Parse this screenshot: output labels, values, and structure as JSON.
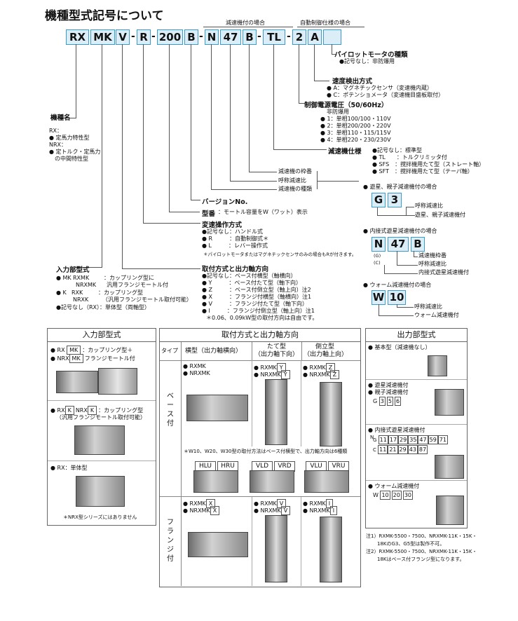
{
  "title": "機種型式記号について",
  "code": {
    "above_reducer": "減速機付の場合",
    "above_auto": "自動制御仕様の場合",
    "parts": [
      "RX",
      "MK",
      "V",
      "R",
      "200",
      "B",
      "N",
      "47",
      "B",
      "TL",
      "2",
      "A",
      ""
    ]
  },
  "pilot": {
    "heading": "パイロットモータの種類",
    "items": [
      "●記号なし：非防爆用"
    ]
  },
  "speed": {
    "heading": "速度検出方式",
    "items": [
      "● A：マグネチックセンサ（変速機内蔵）",
      "● C：ポテンショメータ（変速機目盛板取付）"
    ]
  },
  "power": {
    "heading": "制御電源電圧（50/60Hz）",
    "sub": "非防爆用",
    "items": [
      "● 1：単相100/100・110V",
      "● 2：単相200/200・220V",
      "● 3：単相110・115/115V",
      "● 4：単相220・230/230V"
    ]
  },
  "model": {
    "heading": "機種名",
    "items": [
      "RX：",
      "● 定馬力特性型",
      "NRX：",
      "● 定トルク・定馬力",
      "の中間特性型"
    ]
  },
  "reducer_spec": {
    "heading": "減速機仕様",
    "items": [
      "●記号なし：標準型",
      "● TL　　：トルクリミッタ付",
      "● SFS　：撹拌機用たて型（ストレート軸）",
      "● SFT　：撹拌機用たて型（テーパ軸）"
    ]
  },
  "reducer_labels": [
    "減速機の枠番",
    "呼称減速比",
    "減速機の種類"
  ],
  "version": "バージョンNo.",
  "size": {
    "heading": "型番",
    "text": "：モートル容量をW（ワット）表示"
  },
  "operation": {
    "heading": "変速操作方式",
    "items": [
      "●記号なし：ハンドル式",
      "● R　　　：自動制御式＊",
      "● L　　　：レバー操作式"
    ],
    "note": "＊パイロットモータまたはマグネチックセンサのみの場合もRが付きます。"
  },
  "mounting": {
    "heading": "取付方式と出力軸方向",
    "items": [
      "●記号なし：ベース付横型（軸横向）",
      "● Y　　　：ベース付たて型（軸下向）",
      "● Z　　　：ベース付倒立型（軸上向）注2",
      "● X　　　：フランジ付横型（軸横向）注1",
      "● V　　　：フランジ付たて型（軸下向）",
      "● I　　　：フランジ付倒立型（軸上向）注1"
    ],
    "note": "＊0.06、0.09kW型の取付方向は自由です。"
  },
  "input": {
    "heading": "入力部型式",
    "mk": "● MK",
    "mk_a": "RXMK",
    "mk_b": "NRXMK",
    "mk_text1": "：カップリング型に",
    "mk_text2": "汎用フランジモートル付",
    "k": "● K",
    "k_a": "RXK",
    "k_b": "NRXK",
    "k_text1": "：カップリング型",
    "k_text2": "（汎用フランジモートル取付可能）",
    "none": "●記号なし（RX）：単体型（両軸型）"
  },
  "gear_g": {
    "heading": "● 遊星、親子減速機付の場合",
    "code": [
      "G",
      "3"
    ],
    "labels": [
      "呼称減速比",
      "遊星、親子減速機付"
    ]
  },
  "gear_n": {
    "heading": "● 内接式遊星減速機付の場合",
    "code": [
      "N",
      "47",
      "B"
    ],
    "side": [
      "(G)",
      "(C)"
    ],
    "labels": [
      "減速機枠番",
      "呼称減速比",
      "内接式遊星減速機付"
    ]
  },
  "gear_w": {
    "heading": "● ウォーム減速機付の場合",
    "code": [
      "W",
      "10"
    ],
    "labels": [
      "呼称減速比",
      "ウォーム減速機付"
    ]
  },
  "panel_input": {
    "title": "入力部型式",
    "a1": "● RX",
    "a1k": "MK",
    "a1t": "：カップリング型＋",
    "a2": "● NRX",
    "a2k": "MK",
    "a2t": "フランジモートル付",
    "b1": "● RX",
    "b1k": "K",
    "b1m": "NRX",
    "b1mk": "K",
    "b1t": "：カップリング型",
    "b2": "（汎用フランジモートル取付可能）",
    "c": "● RX：単体型",
    "note": "＊NRX型シリーズにはありません"
  },
  "panel_mount": {
    "title": "取付方式と出力軸方向",
    "col_type": "タイプ",
    "col1a": "横型（出力軸横向）",
    "col2a": "たて型",
    "col2b": "（出力軸下向）",
    "col3a": "倒立型",
    "col3b": "（出力軸上向）",
    "row1": "ベース付",
    "row2": "フランジ付",
    "r1c1": [
      "● RXMK",
      "● NRXMK"
    ],
    "r1c2a": "● RXMK",
    "r1c2ak": "Y",
    "r1c2b": "● NRXMK",
    "r1c2bk": "Y",
    "r1c3a": "● RXMK",
    "r1c3ak": "Z",
    "r1c3b": "● NRXMK",
    "r1c3bk": "Z",
    "wnote": "＊W10、W20、W30型の取付方法はベース付横型で、出力軸方向は6種類",
    "dirs": [
      "HLU",
      "HRU",
      "VLD",
      "VRD",
      "VLU",
      "VRU"
    ],
    "r2c1a": "● RXMK",
    "r2c1ak": "X",
    "r2c1b": "● NRXMK",
    "r2c1bk": "X",
    "r2c2a": "● RXMK",
    "r2c2ak": "V",
    "r2c2b": "● NRXMK",
    "r2c2bk": "V",
    "r2c3a": "● RXMK",
    "r2c3ak": "I",
    "r2c3b": "● NRXMK",
    "r2c3bk": "I"
  },
  "panel_output": {
    "title": "出力部型式",
    "s1": "● 基本型（減速機なし）",
    "s2a": "● 遊星減速機付",
    "s2b": "● 親子減速機付",
    "s2c": "G",
    "s2n": [
      "3",
      "5",
      "6"
    ],
    "s3": "● 内接式遊星減速機付",
    "s3g": "G",
    "s3gn": [
      "11",
      "17",
      "29",
      "35",
      "47",
      "59",
      "71"
    ],
    "s3c": "C",
    "s3cn": [
      "11",
      "21",
      "29",
      "43",
      "87"
    ],
    "s3n": "N",
    "s4": "● ウォーム減速機付",
    "s4w": "W",
    "s4n": [
      "10",
      "20",
      "30"
    ],
    "notes": [
      "注1）RXMK-5500・7500、NRXMK-11K・15K・",
      "18KのG3、G5型は製作不可。",
      "注2）RXMK-5500・7500、NRXMK-11K・15K・",
      "18Kはベース付フランジ型になります。"
    ]
  },
  "colors": {
    "accent": "#3a9bd0",
    "box_fill": "#dbeef7"
  }
}
